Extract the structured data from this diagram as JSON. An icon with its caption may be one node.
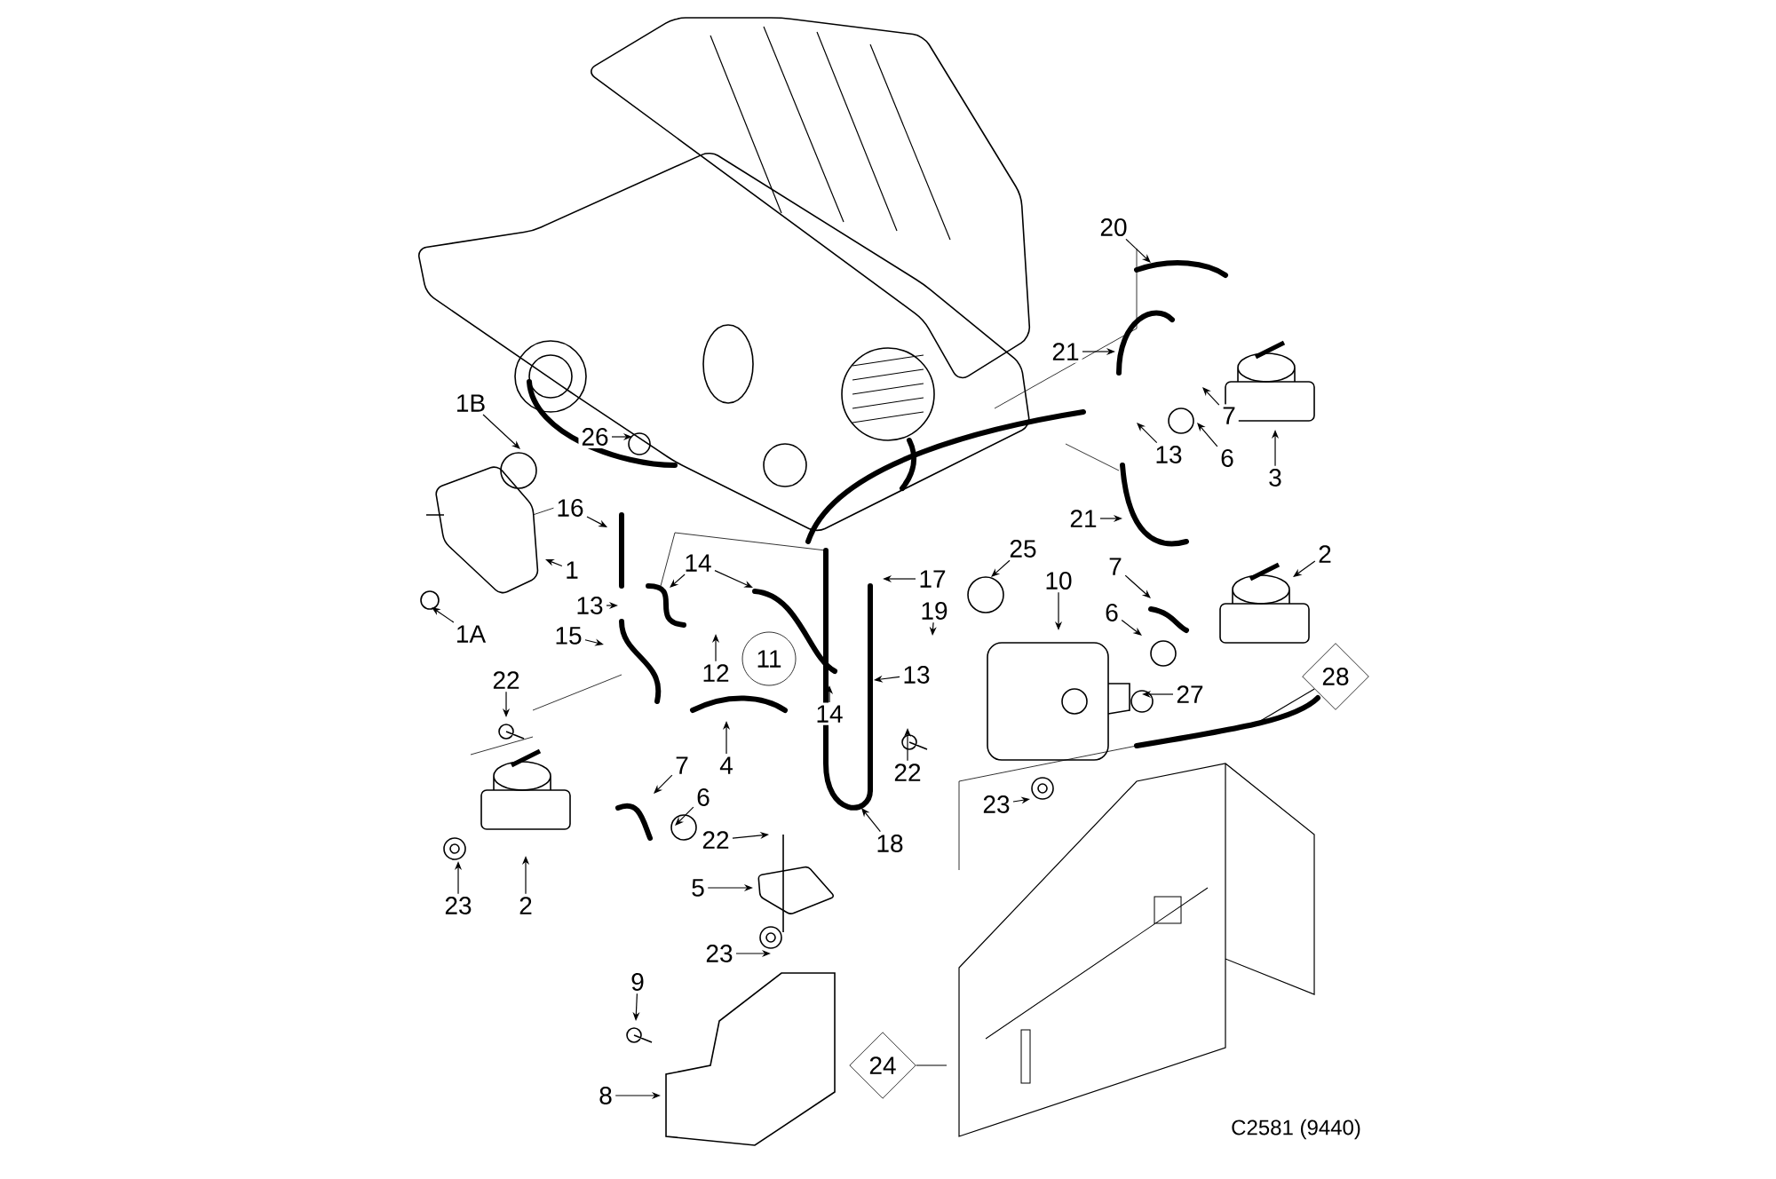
{
  "diagram": {
    "nodes": [
      {
        "text": [
          "20"
        ]
      },
      {
        "text": [
          "21"
        ]
      },
      {
        "text": [
          "7"
        ]
      },
      {
        "text": [
          "1B"
        ]
      },
      {
        "text": [
          "26"
        ]
      },
      {
        "text": [
          "13"
        ]
      },
      {
        "text": [
          "6"
        ]
      },
      {
        "text": [
          "3"
        ]
      },
      {
        "text": [
          "16"
        ]
      },
      {
        "text": [
          "21"
        ]
      },
      {
        "text": [
          "2"
        ]
      },
      {
        "text": [
          "25"
        ]
      },
      {
        "text": [
          "1"
        ]
      },
      {
        "text": [
          "14"
        ]
      },
      {
        "text": [
          "7"
        ]
      },
      {
        "text": [
          "17"
        ]
      },
      {
        "text": [
          "10"
        ]
      },
      {
        "text": [
          "13"
        ]
      },
      {
        "text": [
          "19"
        ]
      },
      {
        "text": [
          "6"
        ]
      },
      {
        "text": [
          "1A"
        ]
      },
      {
        "text": [
          "15"
        ]
      },
      {
        "text": [
          "11"
        ]
      },
      {
        "text": [
          "12"
        ]
      },
      {
        "text": [
          "28"
        ]
      },
      {
        "text": [
          "13"
        ]
      },
      {
        "text": [
          "22"
        ]
      },
      {
        "text": [
          "27"
        ]
      },
      {
        "text": [
          "14"
        ]
      },
      {
        "text": [
          "4"
        ]
      },
      {
        "text": [
          "22"
        ]
      },
      {
        "text": [
          "7"
        ]
      },
      {
        "text": [
          "6"
        ]
      },
      {
        "text": [
          "23"
        ]
      },
      {
        "text": [
          "22"
        ]
      },
      {
        "text": [
          "18"
        ]
      },
      {
        "text": [
          "5"
        ]
      },
      {
        "text": [
          "23"
        ]
      },
      {
        "text": [
          "2"
        ]
      },
      {
        "text": [
          "23"
        ]
      },
      {
        "text": [
          "9"
        ]
      },
      {
        "text": [
          "24"
        ]
      },
      {
        "text": [
          "8"
        ]
      }
    ],
    "edges": [
      {
        "from": 0,
        "to": null,
        "arrow": "to"
      },
      {
        "from": 1,
        "to": null,
        "arrow": "to"
      },
      {
        "from": 2,
        "to": null,
        "arrow": "to"
      },
      {
        "from": 3,
        "to": null,
        "arrow": "to"
      },
      {
        "from": 4,
        "to": null,
        "arrow": "to"
      },
      {
        "from": 5,
        "to": null,
        "arrow": "to"
      },
      {
        "from": 6,
        "to": null,
        "arrow": "to"
      },
      {
        "from": 7,
        "to": null,
        "arrow": "to"
      },
      {
        "from": 8,
        "to": null,
        "arrow": "to"
      },
      {
        "from": 9,
        "to": null,
        "arrow": "to"
      },
      {
        "from": 10,
        "to": null,
        "arrow": "to"
      },
      {
        "from": 11,
        "to": null,
        "arrow": "to"
      },
      {
        "from": 12,
        "to": null,
        "arrow": "to"
      },
      {
        "from": 13,
        "to": null,
        "arrow": "to"
      },
      {
        "from": 13,
        "to": null,
        "arrow": "to"
      },
      {
        "from": 14,
        "to": null,
        "arrow": "to"
      },
      {
        "from": 15,
        "to": null,
        "arrow": "to"
      },
      {
        "from": 16,
        "to": null,
        "arrow": "to"
      },
      {
        "from": 17,
        "to": null,
        "arrow": "to"
      },
      {
        "from": 18,
        "to": null,
        "arrow": "to"
      },
      {
        "from": 19,
        "to": null,
        "arrow": "to"
      },
      {
        "from": 20,
        "to": null,
        "arrow": "to"
      },
      {
        "from": 21,
        "to": null,
        "arrow": "to"
      },
      {
        "from": 23,
        "to": null,
        "arrow": "to"
      },
      {
        "from": 24,
        "to": null,
        "arrow": "none"
      },
      {
        "from": 25,
        "to": null,
        "arrow": "to"
      },
      {
        "from": 26,
        "to": null,
        "arrow": "to"
      },
      {
        "from": 27,
        "to": null,
        "arrow": "to"
      },
      {
        "from": 28,
        "to": null,
        "arrow": "to"
      },
      {
        "from": 29,
        "to": null,
        "arrow": "to"
      },
      {
        "from": 30,
        "to": null,
        "arrow": "to"
      },
      {
        "from": 31,
        "to": null,
        "arrow": "to"
      },
      {
        "from": 32,
        "to": null,
        "arrow": "to"
      },
      {
        "from": 33,
        "to": null,
        "arrow": "to"
      },
      {
        "from": 34,
        "to": null,
        "arrow": "to"
      },
      {
        "from": 35,
        "to": null,
        "arrow": "to"
      },
      {
        "from": 36,
        "to": null,
        "arrow": "to"
      },
      {
        "from": 37,
        "to": null,
        "arrow": "to"
      },
      {
        "from": 38,
        "to": null,
        "arrow": "to"
      },
      {
        "from": 39,
        "to": null,
        "arrow": "to"
      },
      {
        "from": 40,
        "to": null,
        "arrow": "to"
      },
      {
        "from": 41,
        "to": null,
        "arrow": "none"
      },
      {
        "from": 42,
        "to": null,
        "arrow": "to"
      }
    ],
    "labels": [
      "C2581 (9440)"
    ]
  }
}
